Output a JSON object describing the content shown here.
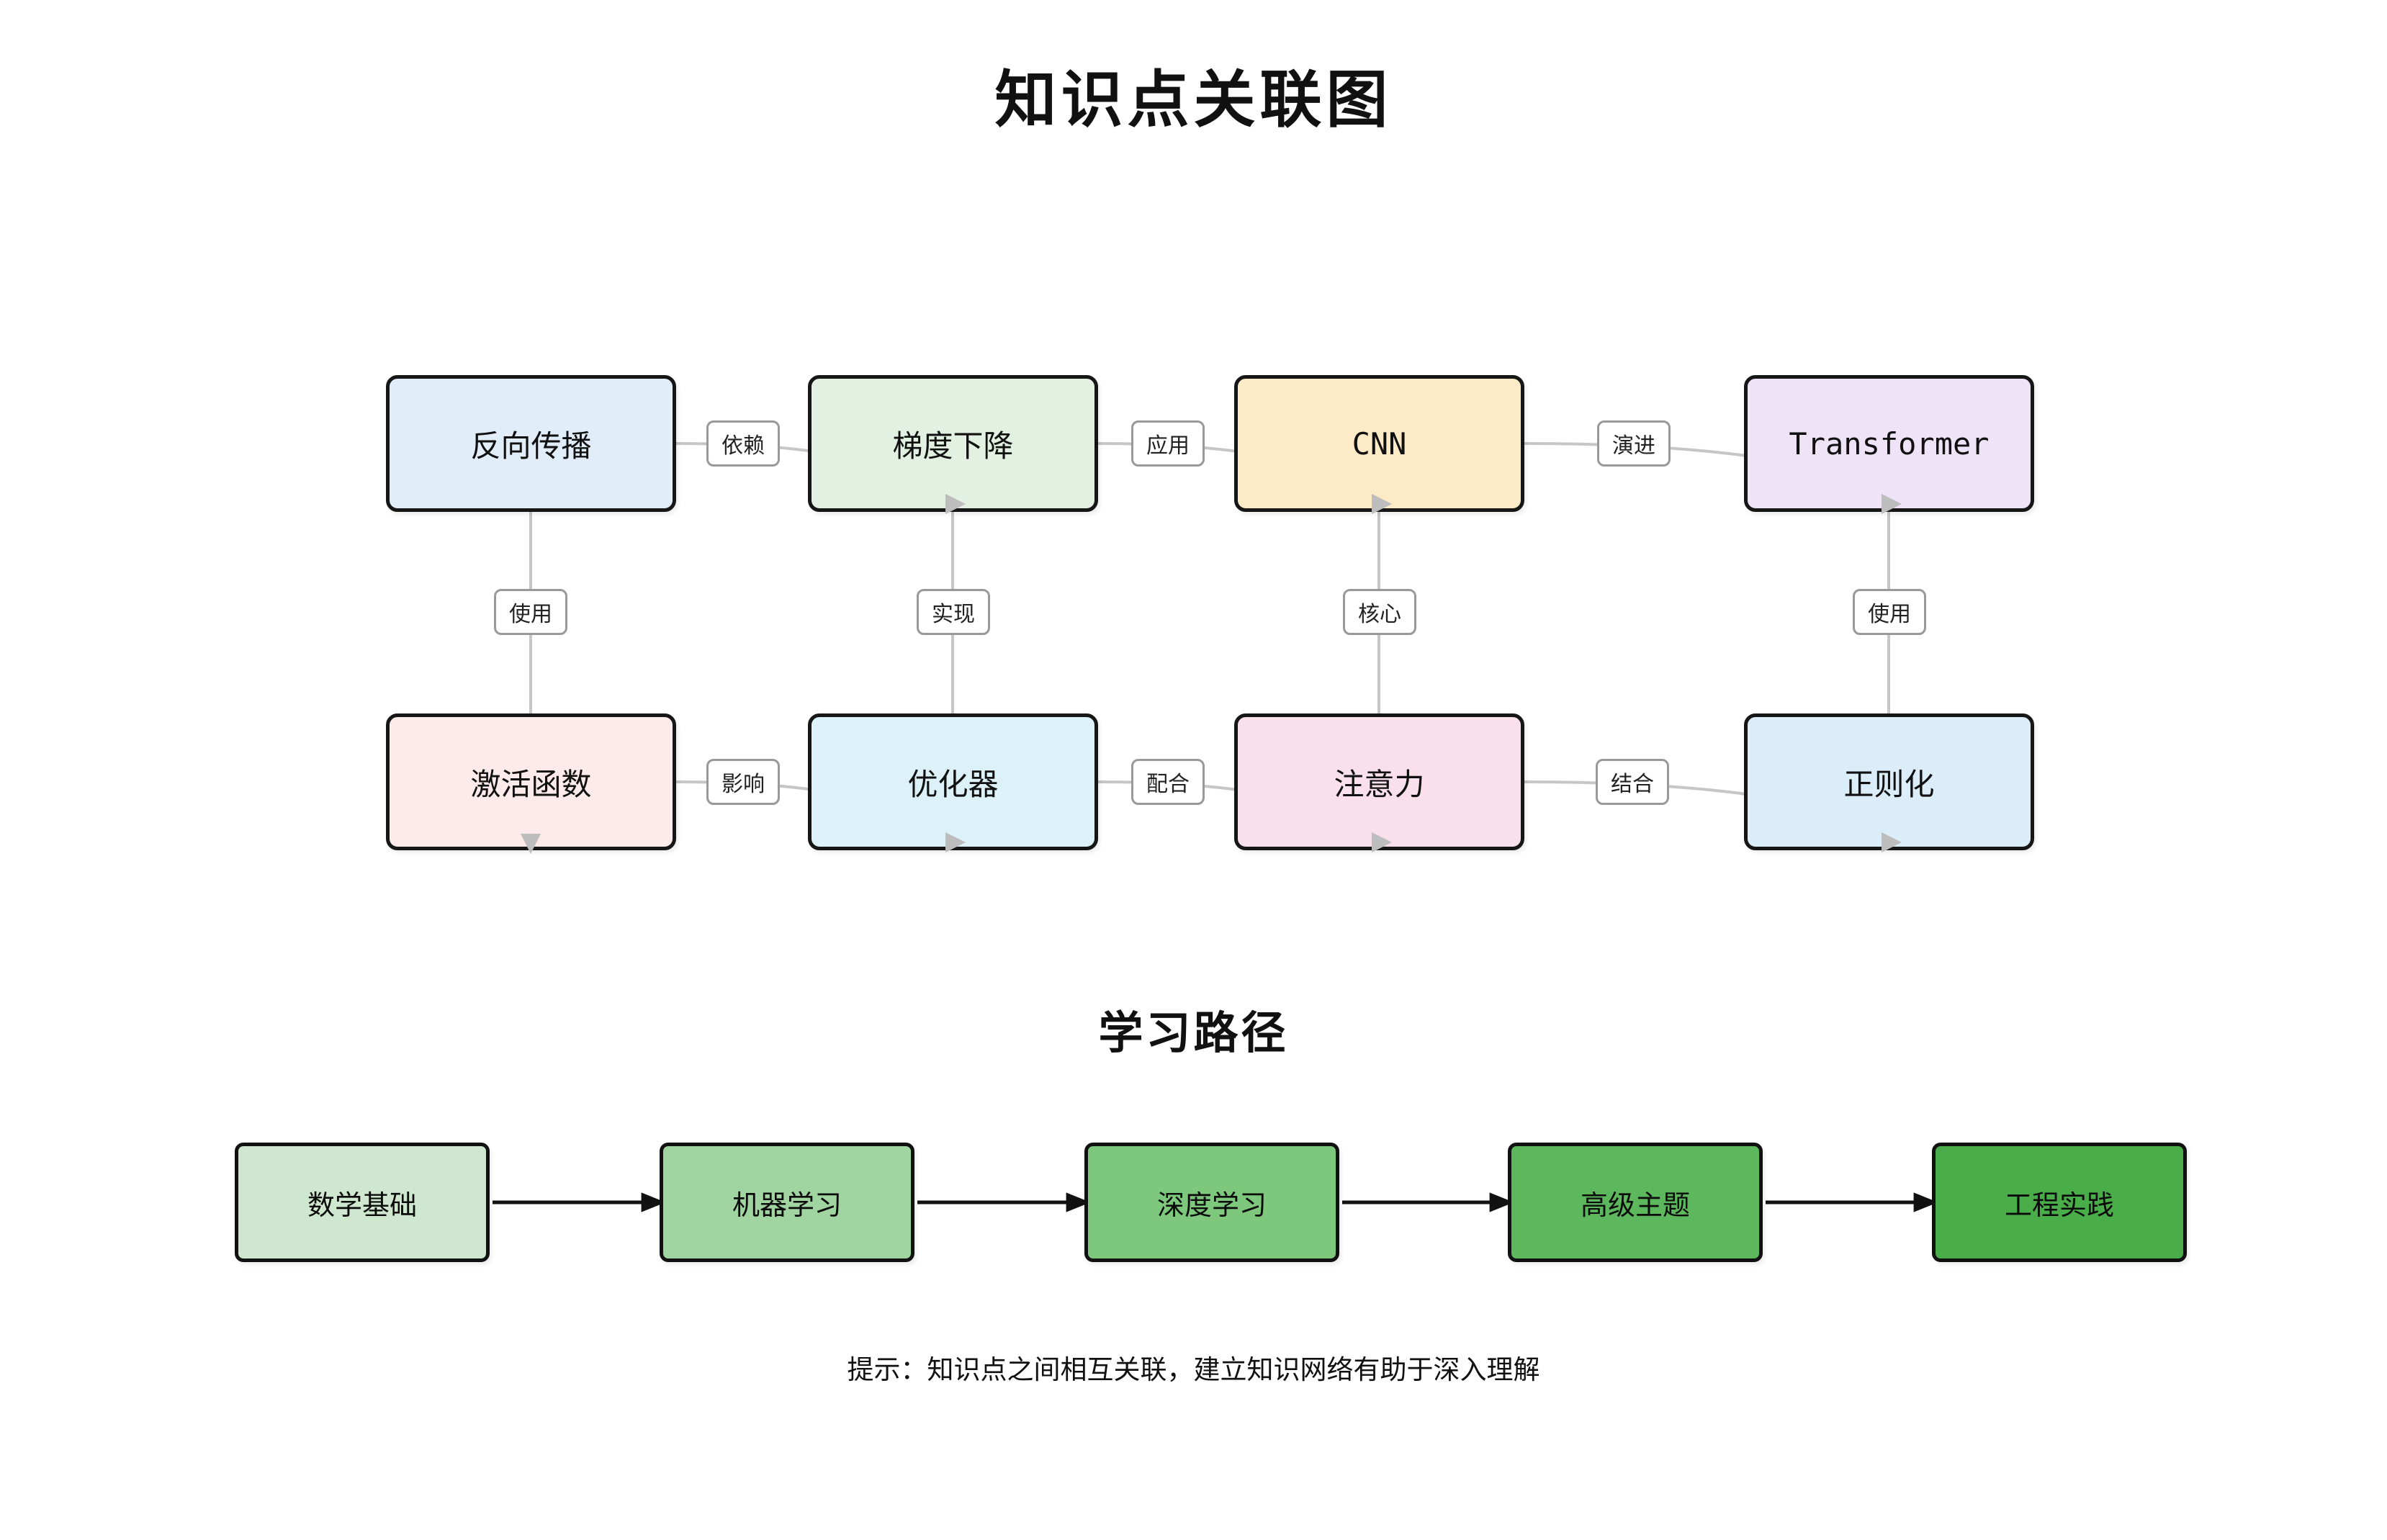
{
  "title": "知识点关联图",
  "knowledge_graph": {
    "nodes": [
      {
        "id": "backprop",
        "label": "反向传播",
        "bg": "#e1eef9"
      },
      {
        "id": "gradient-descent",
        "label": "梯度下降",
        "bg": "#e2f1e2"
      },
      {
        "id": "cnn",
        "label": "CNN",
        "bg": "#fdeac7"
      },
      {
        "id": "transformer",
        "label": "Transformer",
        "bg": "#efe3f7"
      },
      {
        "id": "activation",
        "label": "激活函数",
        "bg": "#fdeaea"
      },
      {
        "id": "optimizer",
        "label": "优化器",
        "bg": "#dcf2f8"
      },
      {
        "id": "attention",
        "label": "注意力",
        "bg": "#f9e0ec"
      },
      {
        "id": "regularization",
        "label": "正则化",
        "bg": "#dcedfa"
      }
    ],
    "edges": [
      {
        "from": "backprop",
        "to": "gradient-descent",
        "label": "依赖"
      },
      {
        "from": "gradient-descent",
        "to": "cnn",
        "label": "应用"
      },
      {
        "from": "cnn",
        "to": "transformer",
        "label": "演进"
      },
      {
        "from": "backprop",
        "to": "activation",
        "label": "使用"
      },
      {
        "from": "gradient-descent",
        "to": "optimizer",
        "label": "实现"
      },
      {
        "from": "cnn",
        "to": "attention",
        "label": "核心"
      },
      {
        "from": "transformer",
        "to": "regularization",
        "label": "使用"
      },
      {
        "from": "activation",
        "to": "optimizer",
        "label": "影响"
      },
      {
        "from": "optimizer",
        "to": "attention",
        "label": "配合"
      },
      {
        "from": "attention",
        "to": "regularization",
        "label": "结合"
      }
    ]
  },
  "learning_path": {
    "title": "学习路径",
    "steps": [
      {
        "label": "数学基础",
        "bg": "#cfe7cf"
      },
      {
        "label": "机器学习",
        "bg": "#a0d4a0"
      },
      {
        "label": "深度学习",
        "bg": "#7ec87e"
      },
      {
        "label": "高级主题",
        "bg": "#5db75d"
      },
      {
        "label": "工程实践",
        "bg": "#49ad49"
      }
    ]
  },
  "tip": "提示：知识点之间相互关联，建立知识网络有助于深入理解",
  "colors": {
    "background": "#ffffff",
    "edge_line": "#c6c6c6",
    "edge_arrowhead": "#bdbdbd",
    "path_arrow": "#111111",
    "node_border": "#161616",
    "label_border": "#999999"
  }
}
